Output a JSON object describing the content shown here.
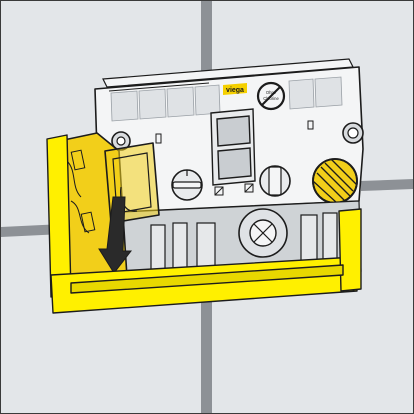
{
  "brand": {
    "label": "viega",
    "color": "#f5d000"
  },
  "sign": {
    "line1": "Ohne",
    "line2": "Chlorine"
  },
  "colors": {
    "tile": "#e3e6e9",
    "grout": "#8d9196",
    "plate": "#f4f5f6",
    "outline": "#1c1c1c",
    "frame_yellow": "#fff000",
    "part_yellow": "#f2cf1a",
    "shadow": "#b8bcc0",
    "arrow": "#2a2a2a"
  },
  "icons": {
    "arrow": "down-arrow-icon",
    "sign": "no-chlorine-sign-icon"
  }
}
